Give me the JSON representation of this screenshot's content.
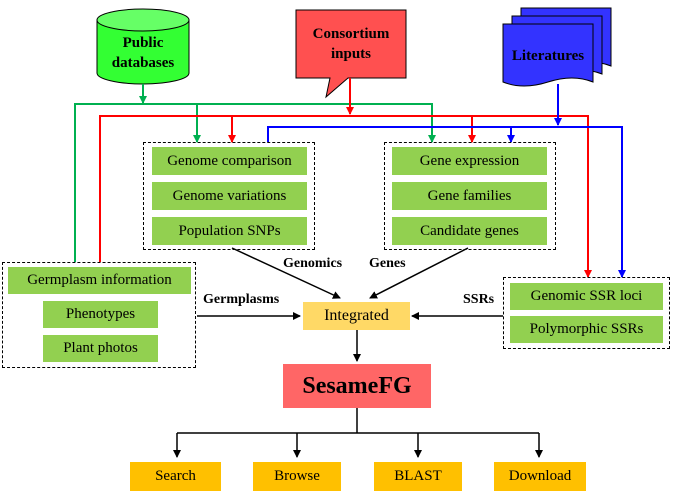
{
  "sources": {
    "public": "Public\ndatabases",
    "consortium": "Consortium\ninputs",
    "literatures": "Literatures"
  },
  "genomics_group": [
    "Genome comparison",
    "Genome variations",
    "Population SNPs"
  ],
  "genes_group": [
    "Gene expression",
    "Gene families",
    "Candidate  genes"
  ],
  "germplasm_group": [
    "Germplasm information",
    "Phenotypes",
    "Plant photos"
  ],
  "ssr_group": [
    "Genomic SSR  loci",
    "Polymorphic SSRs"
  ],
  "labels": {
    "genomics": "Genomics",
    "genes": "Genes",
    "germplasms": "Germplasms",
    "ssrs": "SSRs"
  },
  "integrated": "Integrated",
  "title": "SesameFG",
  "outputs": [
    "Search",
    "Browse",
    "BLAST",
    "Download"
  ],
  "colors": {
    "green_line": "#00b050",
    "red_line": "#ff0000",
    "blue_line": "#0000ff",
    "box_green": "#92d050",
    "output_orange": "#ffc000",
    "integrated_yellow": "#ffd966",
    "sesame_red": "#ff6666",
    "cylinder_green": "#33ff33",
    "doc_red": "#ff5050",
    "doc_blue": "#3333ff"
  }
}
